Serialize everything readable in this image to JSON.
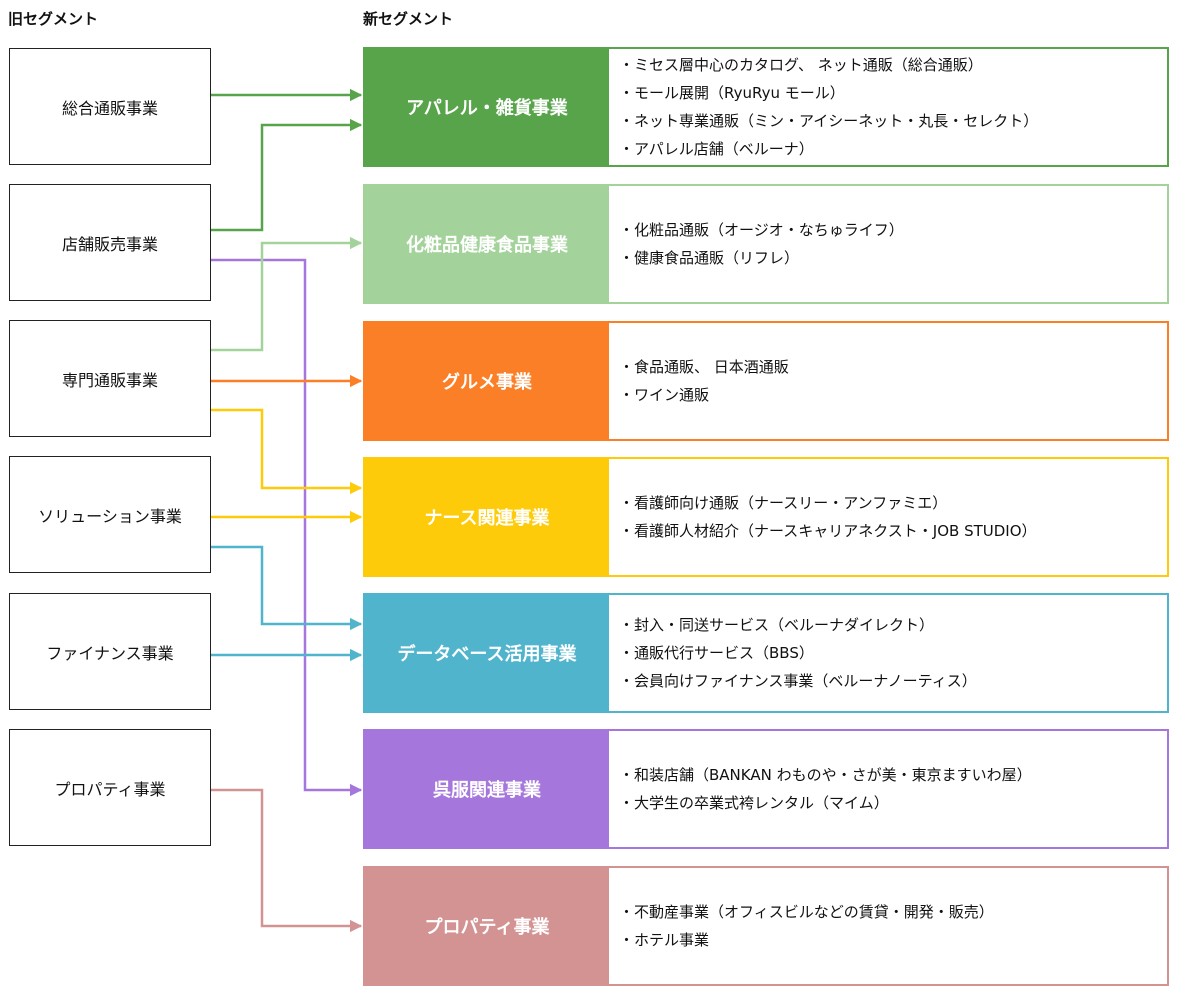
{
  "headers": {
    "old": "旧セグメント",
    "new": "新セグメント"
  },
  "old_segments": [
    "総合通販事業",
    "店舗販売事業",
    "専門通販事業",
    "ソリューション事業",
    "ファイナンス事業",
    "プロパティ事業"
  ],
  "new_segments": [
    {
      "name": "アパレル・雑貨事業",
      "color": "#57a44a",
      "items": [
        "・ミセス層中心のカタログ、 ネット通販（総合通販）",
        "・モール展開（RyuRyu モール）",
        "・ネット専業通販（ミン・アイシーネット・丸長・セレクト）",
        "・アパレル店舗（ベルーナ）"
      ]
    },
    {
      "name": "化粧品健康食品事業",
      "color": "#a3d39b",
      "items": [
        "・化粧品通販（オージオ・なちゅライフ）",
        "・健康食品通販（リフレ）"
      ]
    },
    {
      "name": "グルメ事業",
      "color": "#fb7f26",
      "items": [
        "・食品通販、 日本酒通販",
        "・ワイン通販"
      ]
    },
    {
      "name": "ナース関連事業",
      "color": "#fdcb0a",
      "items": [
        "・看護師向け通販（ナースリー・アンファミエ）",
        "・看護師人材紹介（ナースキャリアネクスト・JOB STUDIO）"
      ]
    },
    {
      "name": "データベース活用事業",
      "color": "#50b4cd",
      "items": [
        "・封入・同送サービス（ベルーナダイレクト）",
        "・通販代行サービス（BBS）",
        "・会員向けファイナンス事業（ベルーナノーティス）"
      ]
    },
    {
      "name": "呉服関連事業",
      "color": "#a576db",
      "items": [
        "・和装店舗（BANKAN わものや・さが美・東京ますいわ屋）",
        "・大学生の卒業式袴レンタル（マイム）"
      ]
    },
    {
      "name": "プロパティ事業",
      "color": "#d39393",
      "items": [
        "・不動産事業（オフィスビルなどの賃貸・開発・販売）",
        "・ホテル事業"
      ]
    }
  ],
  "connections": [
    {
      "from": 0,
      "to": 0,
      "color": "#57a44a"
    },
    {
      "from": 1,
      "to": 0,
      "color": "#57a44a"
    },
    {
      "from": 1,
      "to": 5,
      "color": "#a576db"
    },
    {
      "from": 2,
      "to": 1,
      "color": "#a3d39b"
    },
    {
      "from": 2,
      "to": 2,
      "color": "#fb7f26"
    },
    {
      "from": 2,
      "to": 3,
      "color": "#fdcb0a"
    },
    {
      "from": 3,
      "to": 3,
      "color": "#fdcb0a"
    },
    {
      "from": 3,
      "to": 4,
      "color": "#50b4cd"
    },
    {
      "from": 4,
      "to": 4,
      "color": "#50b4cd"
    },
    {
      "from": 5,
      "to": 6,
      "color": "#d39393"
    }
  ]
}
